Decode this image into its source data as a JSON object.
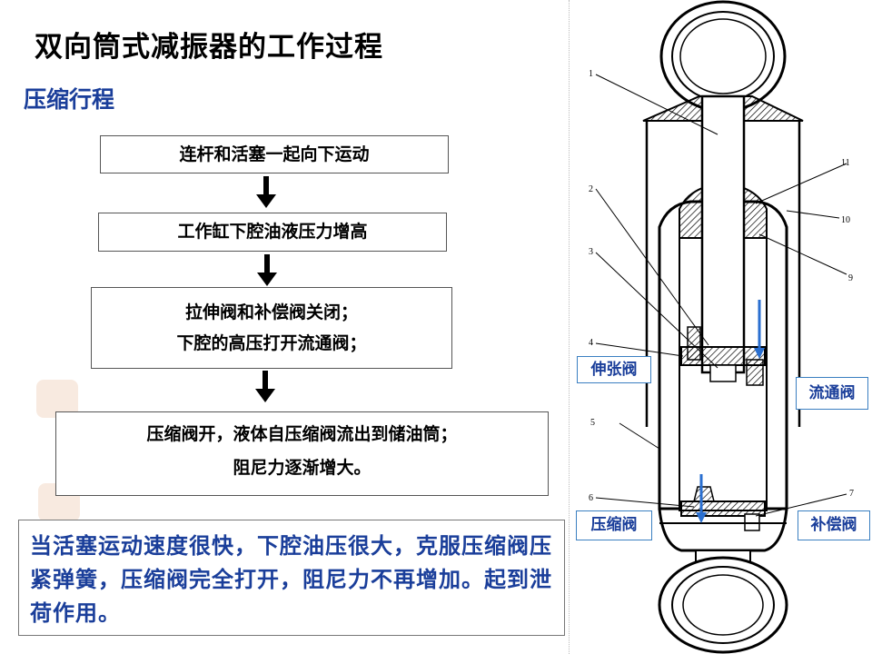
{
  "title": "双向筒式减振器的工作过程",
  "subtitle": "压缩行程",
  "flow": {
    "step1": "连杆和活塞一起向下运动",
    "step2": "工作缸下腔油液压力增高",
    "step3_line1": "拉伸阀和补偿阀关闭；",
    "step3_line2": "下腔的高压打开流通阀；",
    "step4_line1": "压缩阀开，液体自压缩阀流出到储油筒；",
    "step4_line2": "阻尼力逐渐增大。"
  },
  "note": "当活塞运动速度很快，下腔油压很大，克服压缩阀压紧弹簧，压缩阀完全打开，阻尼力不再增加。起到泄荷作用。",
  "diagram": {
    "numbers": [
      "1",
      "2",
      "3",
      "4",
      "5",
      "6",
      "7",
      "9",
      "10",
      "11"
    ],
    "callouts": {
      "extension_valve": "伸张阀",
      "flow_valve": "流通阀",
      "compression_valve": "压缩阀",
      "compensation_valve": "补偿阀"
    }
  },
  "colors": {
    "accent": "#1a3e9a",
    "callout_border": "#3a7fc1",
    "arrow_blue": "#2a6fd0"
  }
}
